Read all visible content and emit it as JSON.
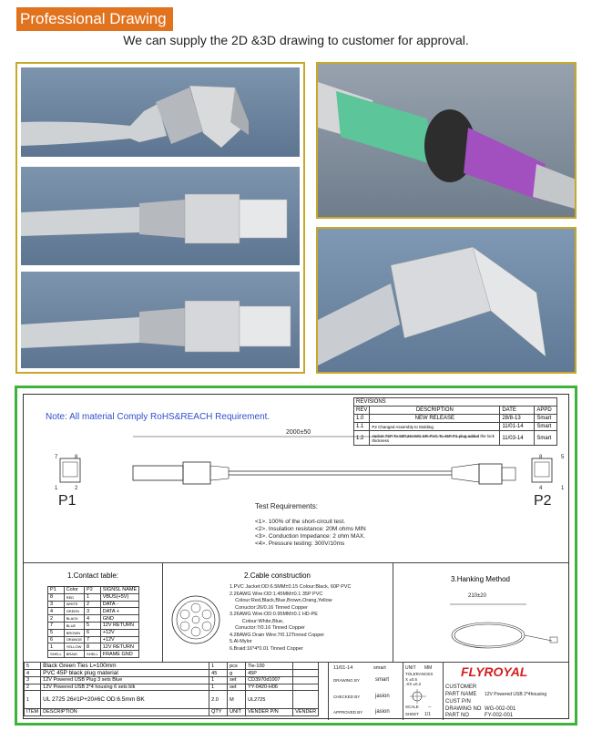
{
  "header": {
    "title": "Professional Drawing",
    "subtitle": "We can supply the 2D &3D drawing to customer for approval."
  },
  "note": "Note: All material Comply RoHS&REACH  Requirement.",
  "revisions": {
    "title": "REVISIONS",
    "headers": [
      "REV",
      "DESCRIPTION",
      "DATE",
      "APPD"
    ],
    "rows": [
      [
        "1.0",
        "NEW RELEASE",
        "28/8-13",
        "Smart"
      ],
      [
        "1.1",
        "P2 Changed Assembly to Molding",
        "11/01-14",
        "Smart"
      ],
      [
        "1.2",
        "Jacket 7SP To 90P,26AWG SR-PVC To 45P  P1 plug added the lock thickness",
        "11/03-14",
        "Smart"
      ]
    ]
  },
  "cable": {
    "length": "2000±50",
    "p1": "P1",
    "p2": "P2",
    "pin_top_left": "7",
    "pin_top_right": "8",
    "pin_bl": "1",
    "pin_br": "2",
    "pin2_tl": "8",
    "pin2_tr": "5",
    "pin2_bl": "4",
    "pin2_br": "1"
  },
  "test": {
    "title": "Test Requirements:",
    "items": [
      "<1>. 100% of the short-circuit test.",
      "<2>. Insulation resistance: 20M ohms MIN",
      "<3>. Conduction Impedance: 2 ohm MAX.",
      "<4>. Pressure testing: 300V/10ms"
    ]
  },
  "contact": {
    "title": "1.Contact table:",
    "headers": [
      "P1",
      "Color",
      "P2",
      "SIGNSL NAME"
    ],
    "rows": [
      [
        "8",
        "RED",
        "1",
        "VBUS(+5V)"
      ],
      [
        "3",
        "WHITE",
        "2",
        "DATA -"
      ],
      [
        "4",
        "GREEN",
        "3",
        "DATA +"
      ],
      [
        "2",
        "BLACK",
        "4",
        "GND"
      ],
      [
        "7",
        "BLUE",
        "5",
        "12V RETURN"
      ],
      [
        "5",
        "BROWN",
        "6",
        "+12V"
      ],
      [
        "6",
        "ORANGE",
        "7",
        "+12V"
      ],
      [
        "1",
        "YELLOW",
        "8",
        "12V RETURN"
      ],
      [
        "SHELL",
        "BRAID",
        "SHELL",
        "FRAME GND"
      ]
    ]
  },
  "construction": {
    "title": "2.Cable construction",
    "items": [
      "1.PVC Jacket:OD:6.5MM±0.15 Colour:Black, 60P PVC",
      "2.26AWG Wire:OD:1.45MM±0.1  35P PVC",
      "    Colour:Red,Black,Blue,Brown,Orang,Yellow",
      "    Conuctor:26/0.16 Tinned Copper",
      "3.26AWG Wire:OD:0.95MM±0.1 HD-PE",
      "         Colour:White,Blue,",
      "    Conuctor:7/0.16 Tinned Copper",
      "4.28AWG Drain Wire:7/0.12Tinned Copper",
      "5.Al-Mylor",
      "6.Braid:16*4*0.01 Tinned Copper"
    ]
  },
  "hanking": {
    "title": "3.Hanking Method",
    "dim": "210±20"
  },
  "bom": [
    [
      "5",
      "Black Green Ties  L=100mm",
      "1",
      "pcs",
      "Tie-100",
      ""
    ],
    [
      "4",
      "PVC 45P black plug material",
      "45",
      "g",
      "45P",
      ""
    ],
    [
      "3",
      "12V Powered USB Plug  3 sets Blue",
      "1",
      "set",
      "CD3970d1007",
      ""
    ],
    [
      "2",
      "12V Powered USB 2*4 housing 6 sets blk",
      "1",
      "set",
      "YY-0420-H06",
      ""
    ],
    [
      "1",
      "UL 2725 26#1P+20#6C  OD:6.5mm BK",
      "2.0",
      "M",
      "UL2725",
      ""
    ]
  ],
  "bom_headers": [
    "ITEM",
    "DESCRIPTION",
    "QTY",
    "UNIT",
    "VENDER P/N",
    "VENDER"
  ],
  "titleblock": {
    "date": "11/01-14",
    "drawn_label": "DRAWING BY",
    "drawn": "smart",
    "checked_label": "CHECKED BY",
    "checked": "jasion",
    "approved_label": "APPROVED BY",
    "approved": "jasion",
    "top_val": "smart",
    "unit_label": "UNIT",
    "unit": "MM",
    "tol_label": "TOLERANCES",
    "tol1": "X ±0.5",
    "tol2": ".XX ±0.2",
    "scale_label": "SCALE",
    "scale": "--",
    "sheet_label": "SHEET",
    "sheet": "1/1",
    "logo": "FLYROYAL",
    "customer_label": "CUSTOMER",
    "part_name_label": "PART NAME",
    "part_name": "12V Powered USB 2*4housing",
    "cust_pn_label": "CUST P/N",
    "drawing_no_label": "DRAWING NO",
    "drawing_no": "WG-002-001",
    "part_no_label": "PART NO",
    "part_no": "FY-002-001"
  },
  "colors": {
    "title_bg": "#e2731e",
    "frame_gold": "#c8a82a",
    "drawing_green": "#3fb23a",
    "note_blue": "#2f4fcf",
    "logo_red": "#d61f1f"
  }
}
